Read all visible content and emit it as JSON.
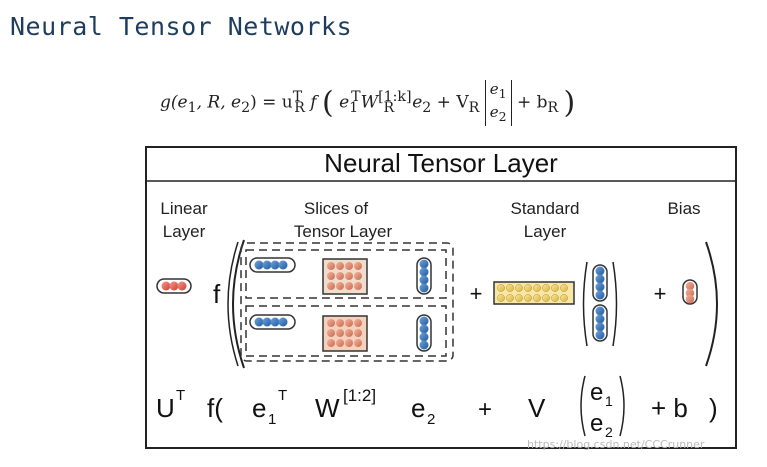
{
  "title": "Neural Tensor Networks",
  "formula": {
    "lhs": "g(e",
    "sub1": "1",
    "mid1": ", R, e",
    "sub2": "2",
    "mid2": ") = u",
    "supT": "T",
    "subR": "R",
    "f": "f",
    "e1": "e",
    "e1sub": "1",
    "e1sup": "T",
    "W": "W",
    "Wsup": "[1:k]",
    "Wsub": "R",
    "e2": "e",
    "e2sub": "2",
    "plusV": "+ V",
    "Vsub": "R",
    "vec1": "e",
    "vec1sub": "1",
    "vec2": "e",
    "vec2sub": "2",
    "plusb": "+ b",
    "bsub": "R"
  },
  "box": {
    "title": "Neural Tensor Layer",
    "labels": {
      "linear_line1": "Linear",
      "linear_line2": "Layer",
      "slices_line1": "Slices of",
      "slices_line2": "Tensor Layer",
      "standard_line1": "Standard",
      "standard_line2": "Layer",
      "bias": "Bias"
    },
    "f_symbol": "f",
    "plus": "+",
    "bottom": {
      "U": "U",
      "Usup": "T",
      "f": "f(",
      "e1": "e",
      "e1sub": "1",
      "e1sup": "T",
      "W": "W",
      "Wsup": "[1:2]",
      "e2": "e",
      "e2sub": "2",
      "plus1": "+",
      "V": "V",
      "vec1": "e",
      "vec1sub": "1",
      "vec2": "e",
      "vec2sub": "2",
      "plusb": "+ b",
      "close": ")"
    }
  },
  "colors": {
    "title": "#1d3d5e",
    "blue": "#2c6db3",
    "orange": "#e07a5f",
    "tan": "#d9b08c",
    "yellow": "#f2d56b",
    "red": "#e05a4f"
  },
  "watermark": "https://blog.csdn.net/CCCrunner"
}
